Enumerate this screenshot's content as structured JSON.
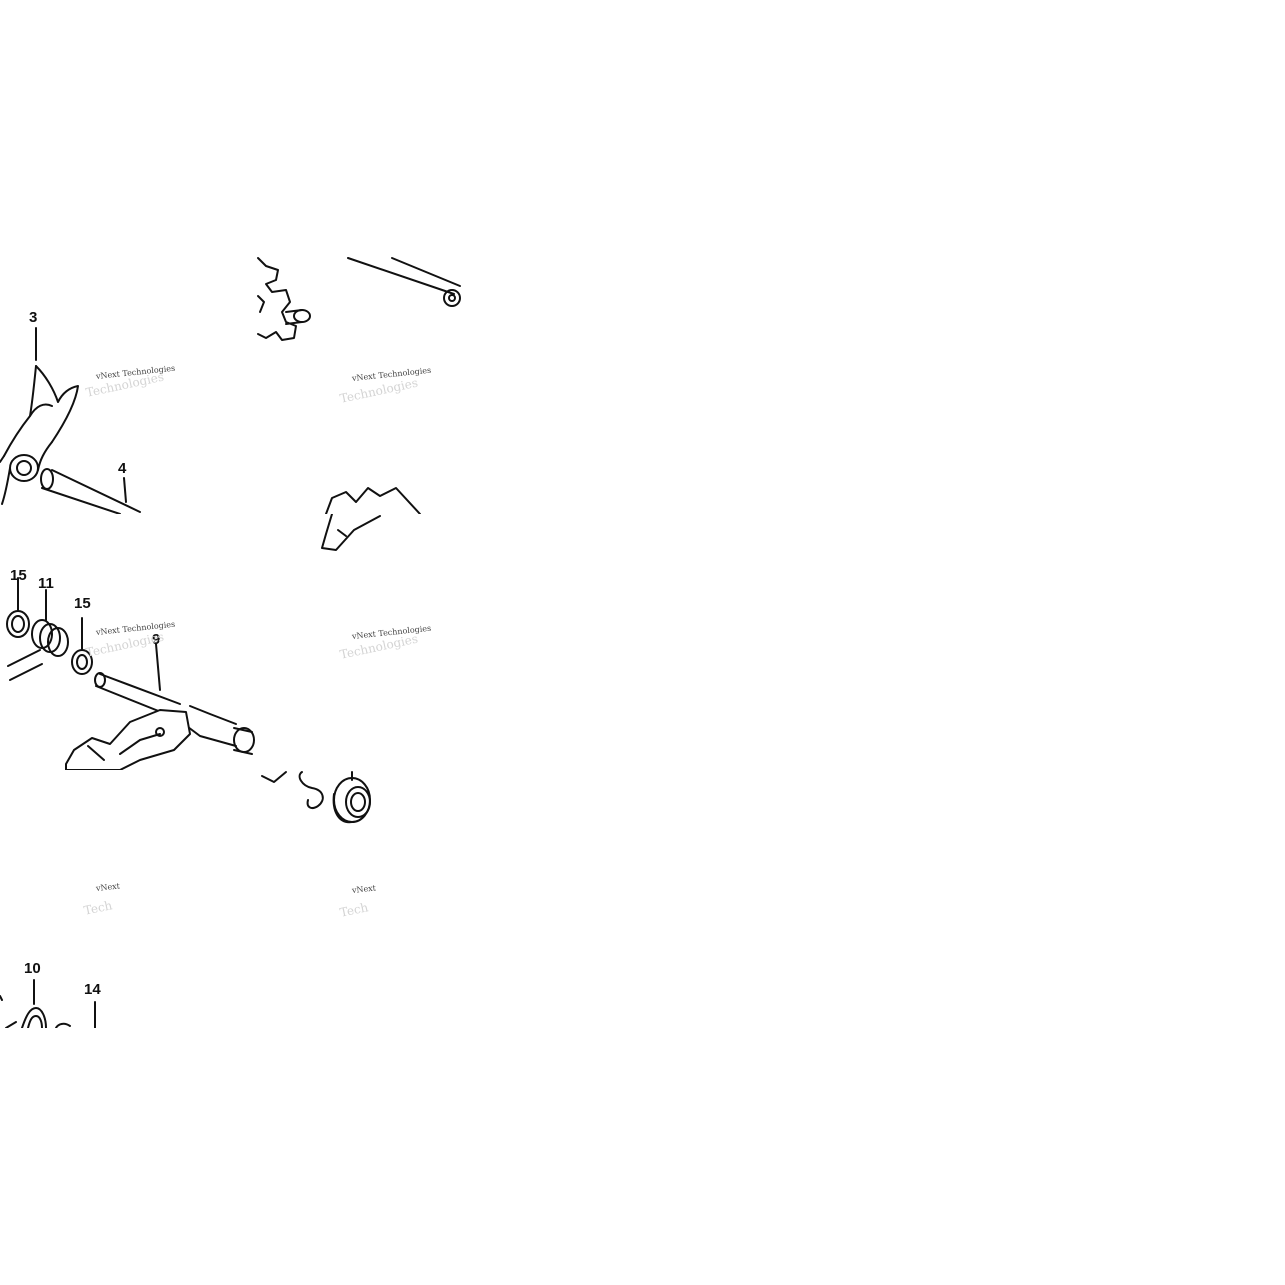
{
  "diagram": {
    "callouts": [
      "3",
      "4",
      "15",
      "11",
      "15",
      "9",
      "10",
      "14"
    ],
    "watermark": {
      "text": "vNext Technologies",
      "clipped_text": "vNext",
      "ghost_text": "Technologies",
      "ghost_clipped": "Tech"
    },
    "colors": {
      "line": "#111111",
      "background": "#ffffff",
      "watermark": "#444444"
    }
  }
}
